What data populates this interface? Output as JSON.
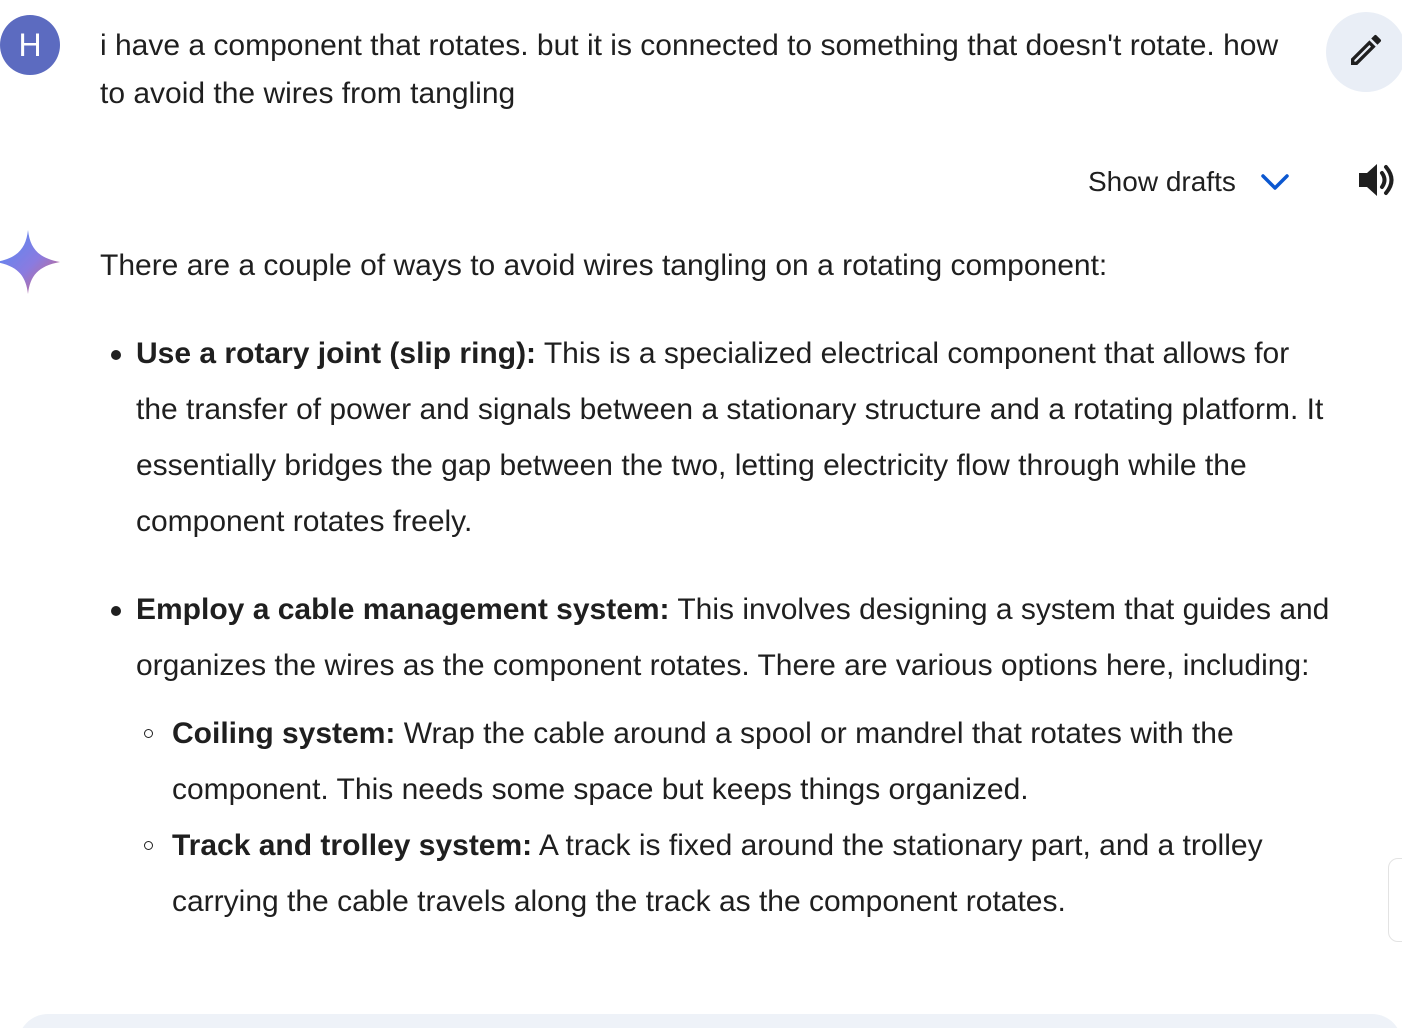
{
  "user": {
    "avatar_initial": "H",
    "query": "i have a component that rotates. but it is connected to something that doesn't rotate. how to avoid the wires from tangling"
  },
  "toolbar": {
    "show_drafts_label": "Show drafts",
    "edit_icon": "pencil-icon",
    "drafts_icon": "chevron-down-icon",
    "speaker_icon": "speaker-icon"
  },
  "response": {
    "intro": "There are a couple of ways to avoid wires tangling on a rotating component:",
    "items": [
      {
        "title": "Use a rotary joint (slip ring):",
        "text": " This is a specialized electrical component that allows for the transfer of power and signals between a stationary structure and a rotating platform. It essentially bridges the gap between the two,  letting electricity flow through while the component rotates freely."
      },
      {
        "title": "Employ a cable management system:",
        "text": " This involves designing a system that guides and organizes the wires as the component rotates. There are various options here, including:",
        "subitems": [
          {
            "title": "Coiling system:",
            "text": " Wrap the cable around a spool or mandrel that rotates with the component. This needs some space but keeps things organized."
          },
          {
            "title": "Track and trolley system:",
            "text": " A track is fixed around the stationary part, and a trolley carrying the cable travels along the track as the component rotates."
          }
        ]
      }
    ]
  },
  "colors": {
    "avatar": "#5c6bc0",
    "accent_blue": "#0b57d0",
    "text": "#1f1f1f",
    "edit_button_bg": "#e9eef6"
  }
}
